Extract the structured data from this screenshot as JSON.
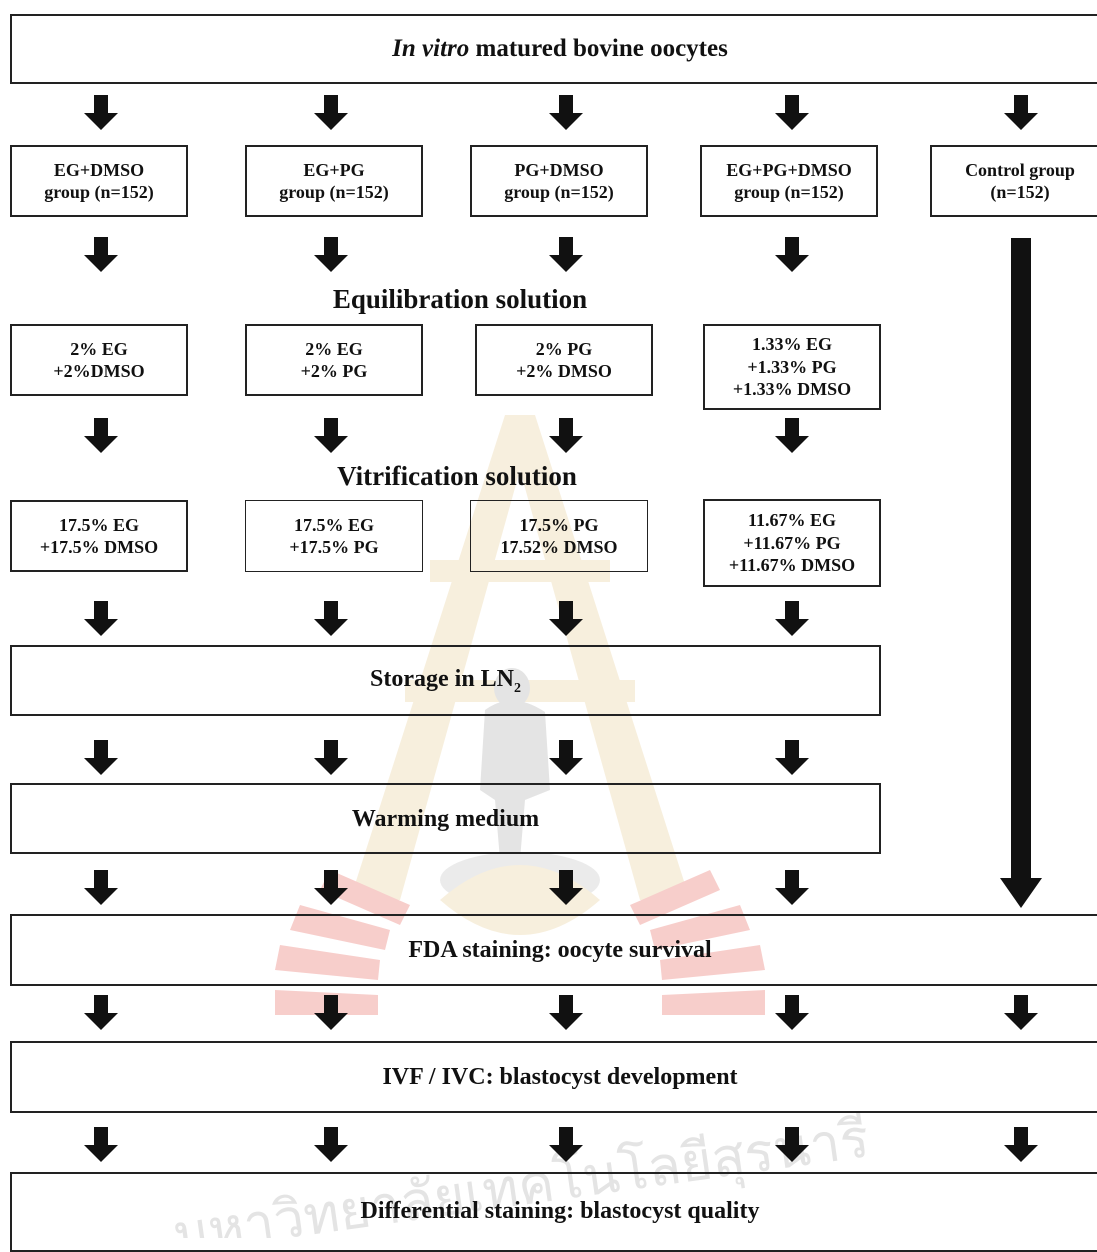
{
  "header": {
    "italic": "In vitro",
    "rest": " matured bovine oocytes"
  },
  "groups": [
    {
      "line1": "EG+DMSO",
      "line2": "group (n=152)"
    },
    {
      "line1": "EG+PG",
      "line2": "group (n=152)"
    },
    {
      "line1": "PG+DMSO",
      "line2": "group (n=152)"
    },
    {
      "line1": "EG+PG+DMSO",
      "line2": "group (n=152)"
    },
    {
      "line1": "Control group",
      "line2": "(n=152)"
    }
  ],
  "equilibration": {
    "title": "Equilibration solution",
    "boxes": [
      "2% EG\n+2%DMSO",
      "2% EG\n+2% PG",
      "2% PG\n+2% DMSO",
      "1.33% EG\n+1.33% PG\n+1.33% DMSO"
    ]
  },
  "vitrification": {
    "title": "Vitrification  solution",
    "boxes": [
      "17.5% EG\n+17.5% DMSO",
      "17.5% EG\n+17.5% PG",
      "17.5% PG\n17.52% DMSO",
      "11.67% EG\n+11.67% PG\n+11.67% DMSO"
    ]
  },
  "storage": {
    "text": "Storage in LN",
    "sub": "2"
  },
  "warming": "Warming medium",
  "fda": "FDA staining: oocyte survival",
  "ivf": "IVF / IVC: blastocyst development",
  "differential": "Differential staining: blastocyst quality",
  "watermark_text": "มหาวิทยาลัยเทคโนโลยีสุรนารี",
  "colors": {
    "line": "#222222",
    "arrow": "#111111",
    "watermark_red": "#f2a7a2",
    "watermark_gold": "#f1e2c2",
    "watermark_gray": "#cfcfcf"
  }
}
